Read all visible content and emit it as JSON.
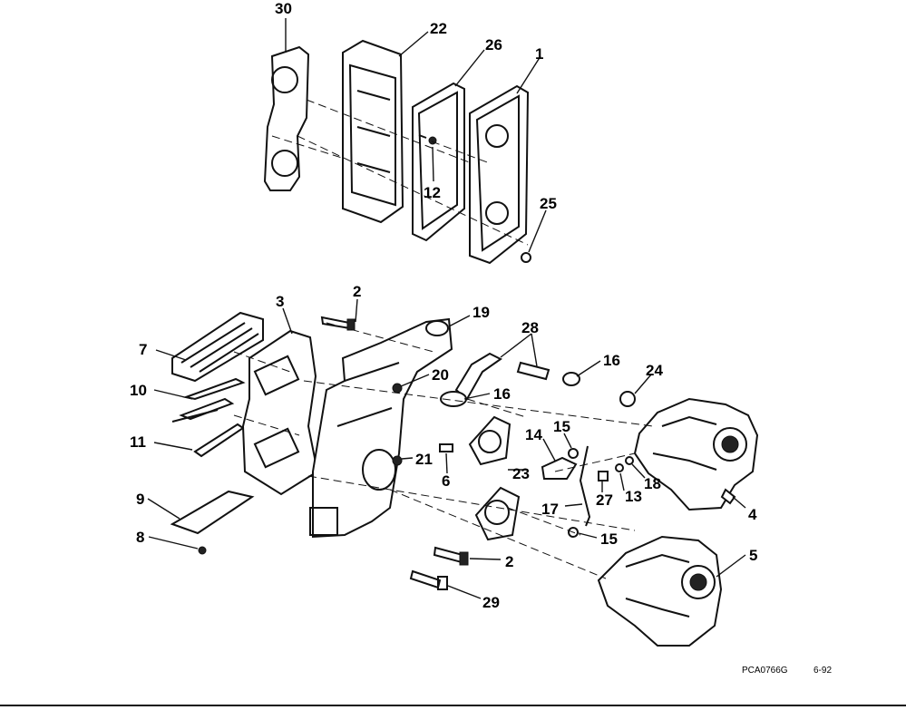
{
  "callouts": {
    "c30": "30",
    "c22": "22",
    "c26": "26",
    "c1": "1",
    "c12": "12",
    "c25": "25",
    "c2a": "2",
    "c3": "3",
    "c19": "19",
    "c28": "28",
    "c7": "7",
    "c16a": "16",
    "c24": "24",
    "c10": "10",
    "c20": "20",
    "c16b": "16",
    "c15a": "15",
    "c14": "14",
    "c11": "11",
    "c21": "21",
    "c6": "6",
    "c18": "18",
    "c13": "13",
    "c23": "23",
    "c27": "27",
    "c4": "4",
    "c9": "9",
    "c17": "17",
    "c15b": "15",
    "c8": "8",
    "c2b": "2",
    "c5": "5",
    "c29": "29"
  },
  "footer": {
    "drawing_code": "PCA0766G",
    "date": "6-92"
  }
}
